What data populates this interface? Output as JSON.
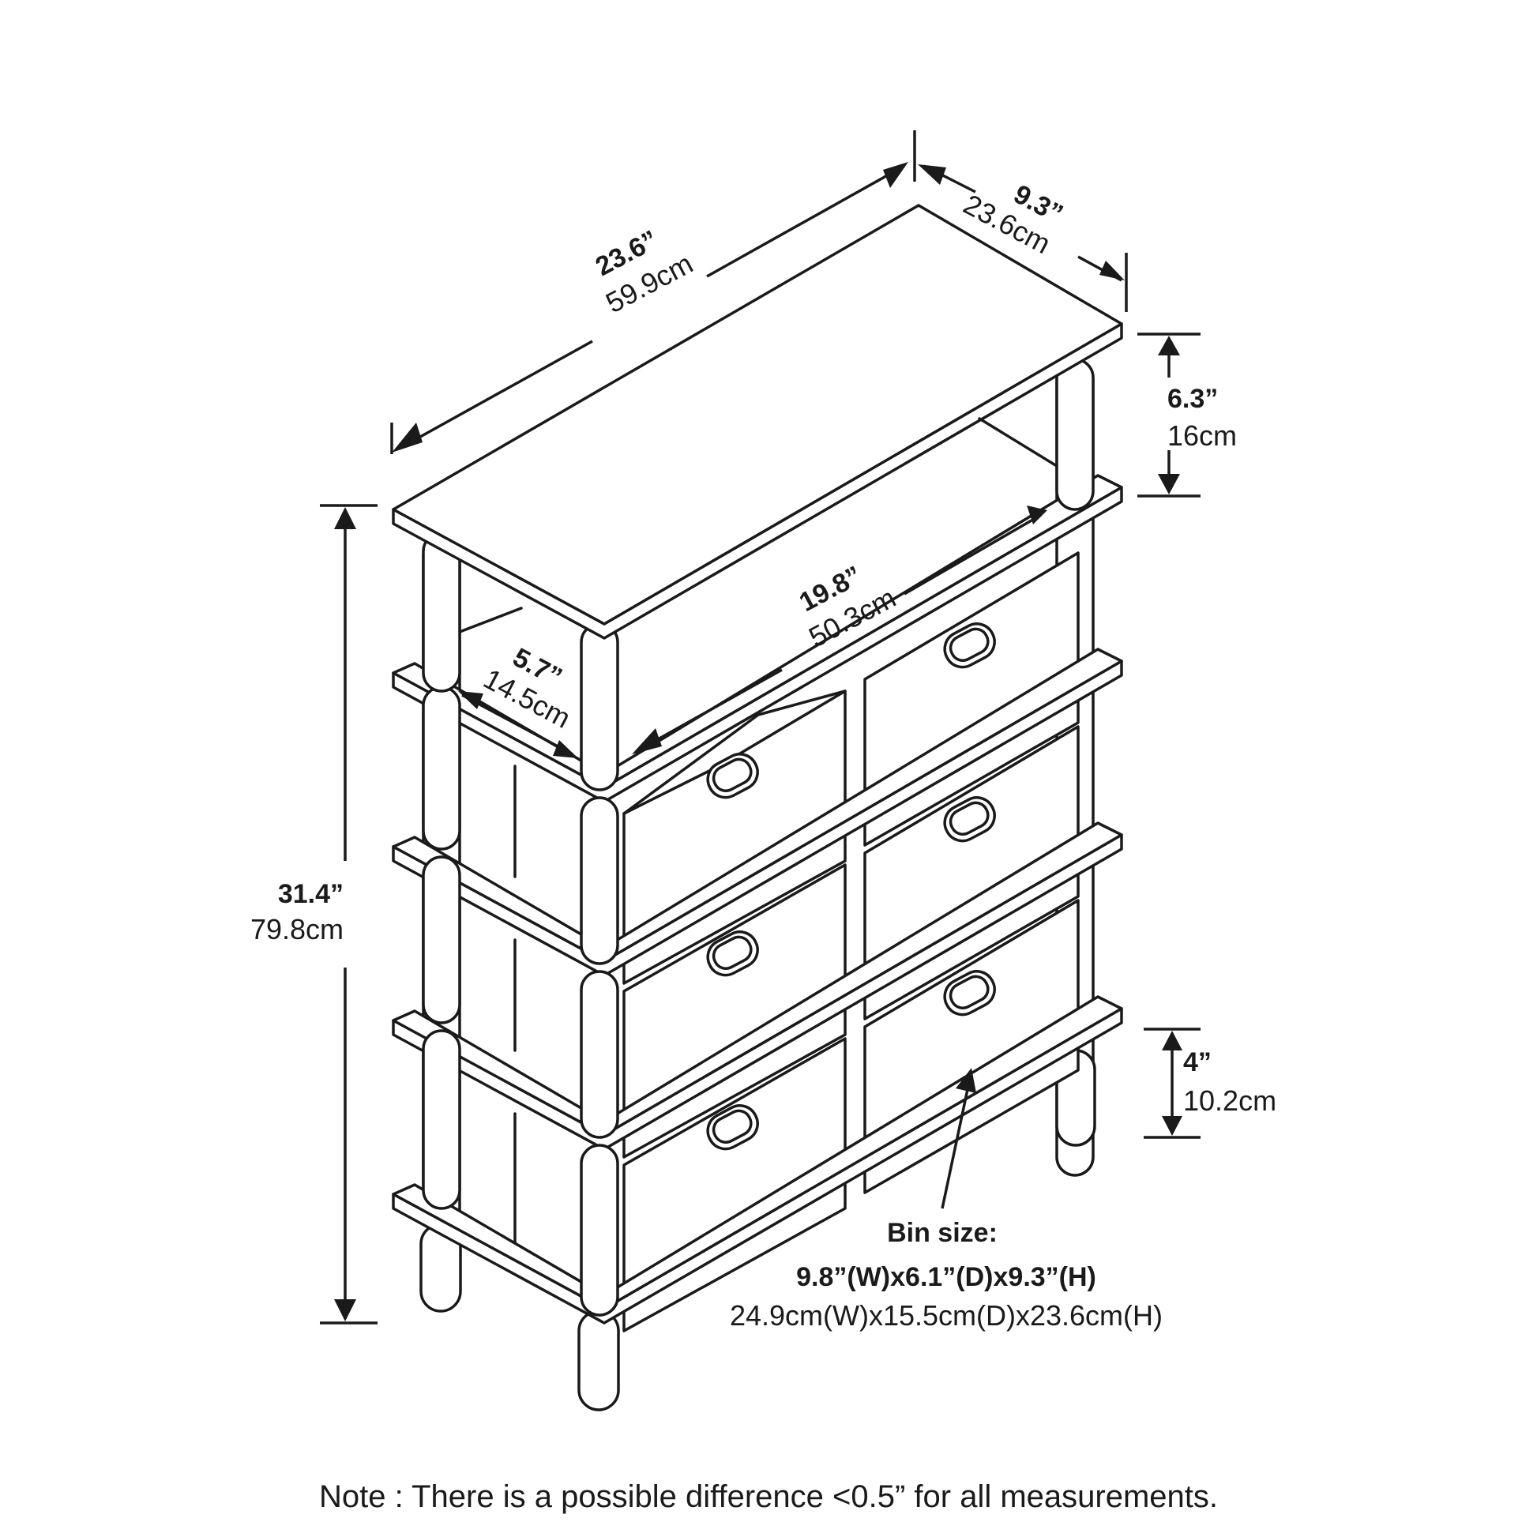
{
  "dimensions": {
    "top_width": {
      "imperial": "23.6”",
      "metric": "59.9cm"
    },
    "top_depth": {
      "imperial": "9.3”",
      "metric": "23.6cm"
    },
    "top_shelf_clearance": {
      "imperial": "6.3”",
      "metric": "16cm"
    },
    "inner_width": {
      "imperial": "19.8”",
      "metric": "50.3cm"
    },
    "inner_depth": {
      "imperial": "5.7”",
      "metric": "14.5cm"
    },
    "total_height": {
      "imperial": "31.4”",
      "metric": "79.8cm"
    },
    "leg_height": {
      "imperial": "4”",
      "metric": "10.2cm"
    }
  },
  "bin": {
    "title": "Bin size:",
    "imperial": "9.8”(W)x6.1”(D)x9.3”(H)",
    "metric": "24.9cm(W)x15.5cm(D)x23.6cm(H)"
  },
  "note": "Note : There is a possible difference <0.5” for all measurements."
}
